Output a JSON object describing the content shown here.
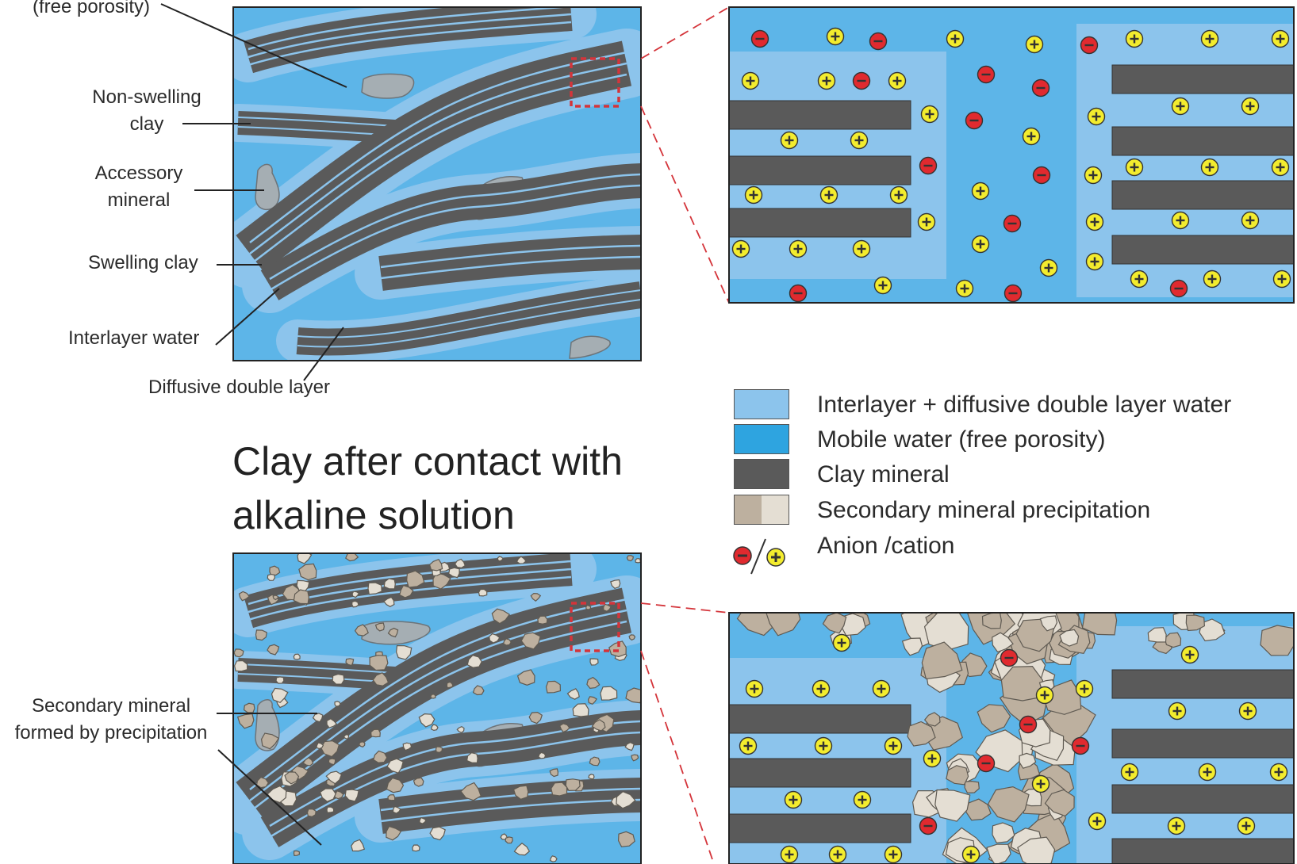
{
  "labels": {
    "free_porosity": "(free porosity)",
    "non_swelling_1": "Non-swelling",
    "non_swelling_2": "clay",
    "accessory_1": "Accessory",
    "accessory_2": "mineral",
    "swelling": "Swelling clay",
    "interlayer": "Interlayer water",
    "diffusive": "Diffusive double layer",
    "secondary_1": "Secondary mineral",
    "secondary_2": "formed by precipitation"
  },
  "heading": {
    "line1": "Clay after contact with",
    "line2": "alkaline solution"
  },
  "legend": [
    {
      "label": "Interlayer + diffusive double layer water",
      "color": "#8cc4ec"
    },
    {
      "label": "Mobile water (free porosity)",
      "color": "#2ea4e0"
    },
    {
      "label": "Clay mineral",
      "color": "#5a5a5a"
    },
    {
      "label": "Secondary mineral precipitation",
      "color": "#bdb09f",
      "color2": "#e4ded3"
    },
    {
      "label": "Anion /cation",
      "anion": "#e02a2f",
      "cation": "#f3ec2e"
    }
  ],
  "colors": {
    "mobile_water": "#5db5e8",
    "dl_water": "#8cc4ec",
    "clay": "#5a5a5a",
    "accessory": "#a5aeb3",
    "precip_dark": "#bdb09f",
    "precip_light": "#e4ded3",
    "anion": "#e02a2f",
    "cation": "#f3ec2e",
    "zoom_line": "#d4343a"
  }
}
